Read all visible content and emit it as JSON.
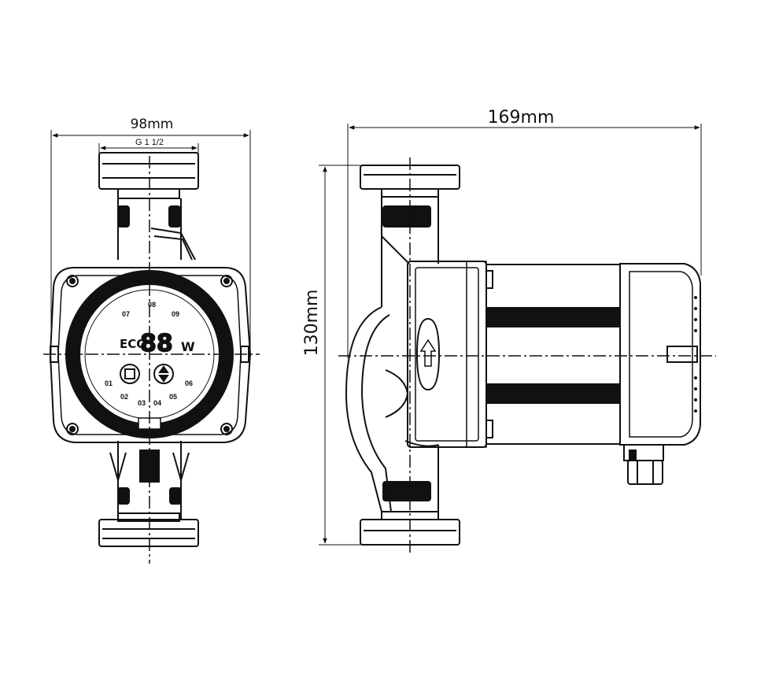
{
  "dimensions": {
    "width_front": "98mm",
    "thread": "G 1 1/2",
    "length": "169mm",
    "height": "130mm"
  },
  "display": {
    "eco_label": "ECO",
    "digits": "88",
    "unit": "W",
    "mode_labels": [
      "01",
      "02",
      "03",
      "04",
      "05",
      "06",
      "07",
      "08",
      "09"
    ]
  },
  "colors": {
    "line": "#111111"
  }
}
